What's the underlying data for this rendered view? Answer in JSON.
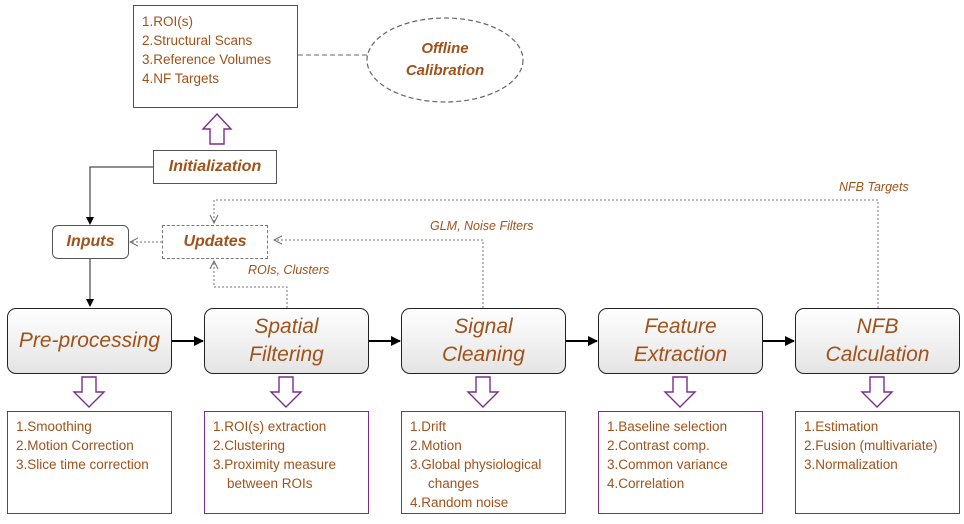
{
  "calibration_list": [
    "1.ROI(s)",
    "2.Structural Scans",
    "3.Reference Volumes",
    "4.NF Targets"
  ],
  "offline_calibration": [
    "Offline",
    "Calibration"
  ],
  "initialization": "Initialization",
  "inputs": "Inputs",
  "updates": "Updates",
  "labels": {
    "nfb_targets": "NFB Targets",
    "glm_noise": "GLM, Noise Filters",
    "rois_clusters": "ROIs, Clusters"
  },
  "stages": [
    {
      "title": [
        "Pre-processing"
      ],
      "items": [
        "1.Smoothing",
        "2.Motion Correction",
        "3.Slice time correction"
      ]
    },
    {
      "title": [
        "Spatial",
        "Filtering"
      ],
      "items": [
        "1.ROI(s) extraction",
        "2.Clustering",
        "3.Proximity measure",
        "between ROIs"
      ]
    },
    {
      "title": [
        "Signal",
        "Cleaning"
      ],
      "items": [
        "1.Drift",
        "2.Motion",
        "3.Global physiological",
        "changes",
        "4.Random noise"
      ]
    },
    {
      "title": [
        "Feature",
        "Extraction"
      ],
      "items": [
        "1.Baseline selection",
        "2.Contrast comp.",
        "3.Common variance",
        "4.Correlation"
      ]
    },
    {
      "title": [
        "NFB",
        "Calculation"
      ],
      "items": [
        "1.Estimation",
        "2.Fusion (multivariate)",
        "3.Normalization"
      ]
    }
  ],
  "colors": {
    "text": "#a0521a",
    "list_border": "#7b2d8e",
    "arrow_outline": "#7b2d8e",
    "stage_border": "#222222"
  }
}
